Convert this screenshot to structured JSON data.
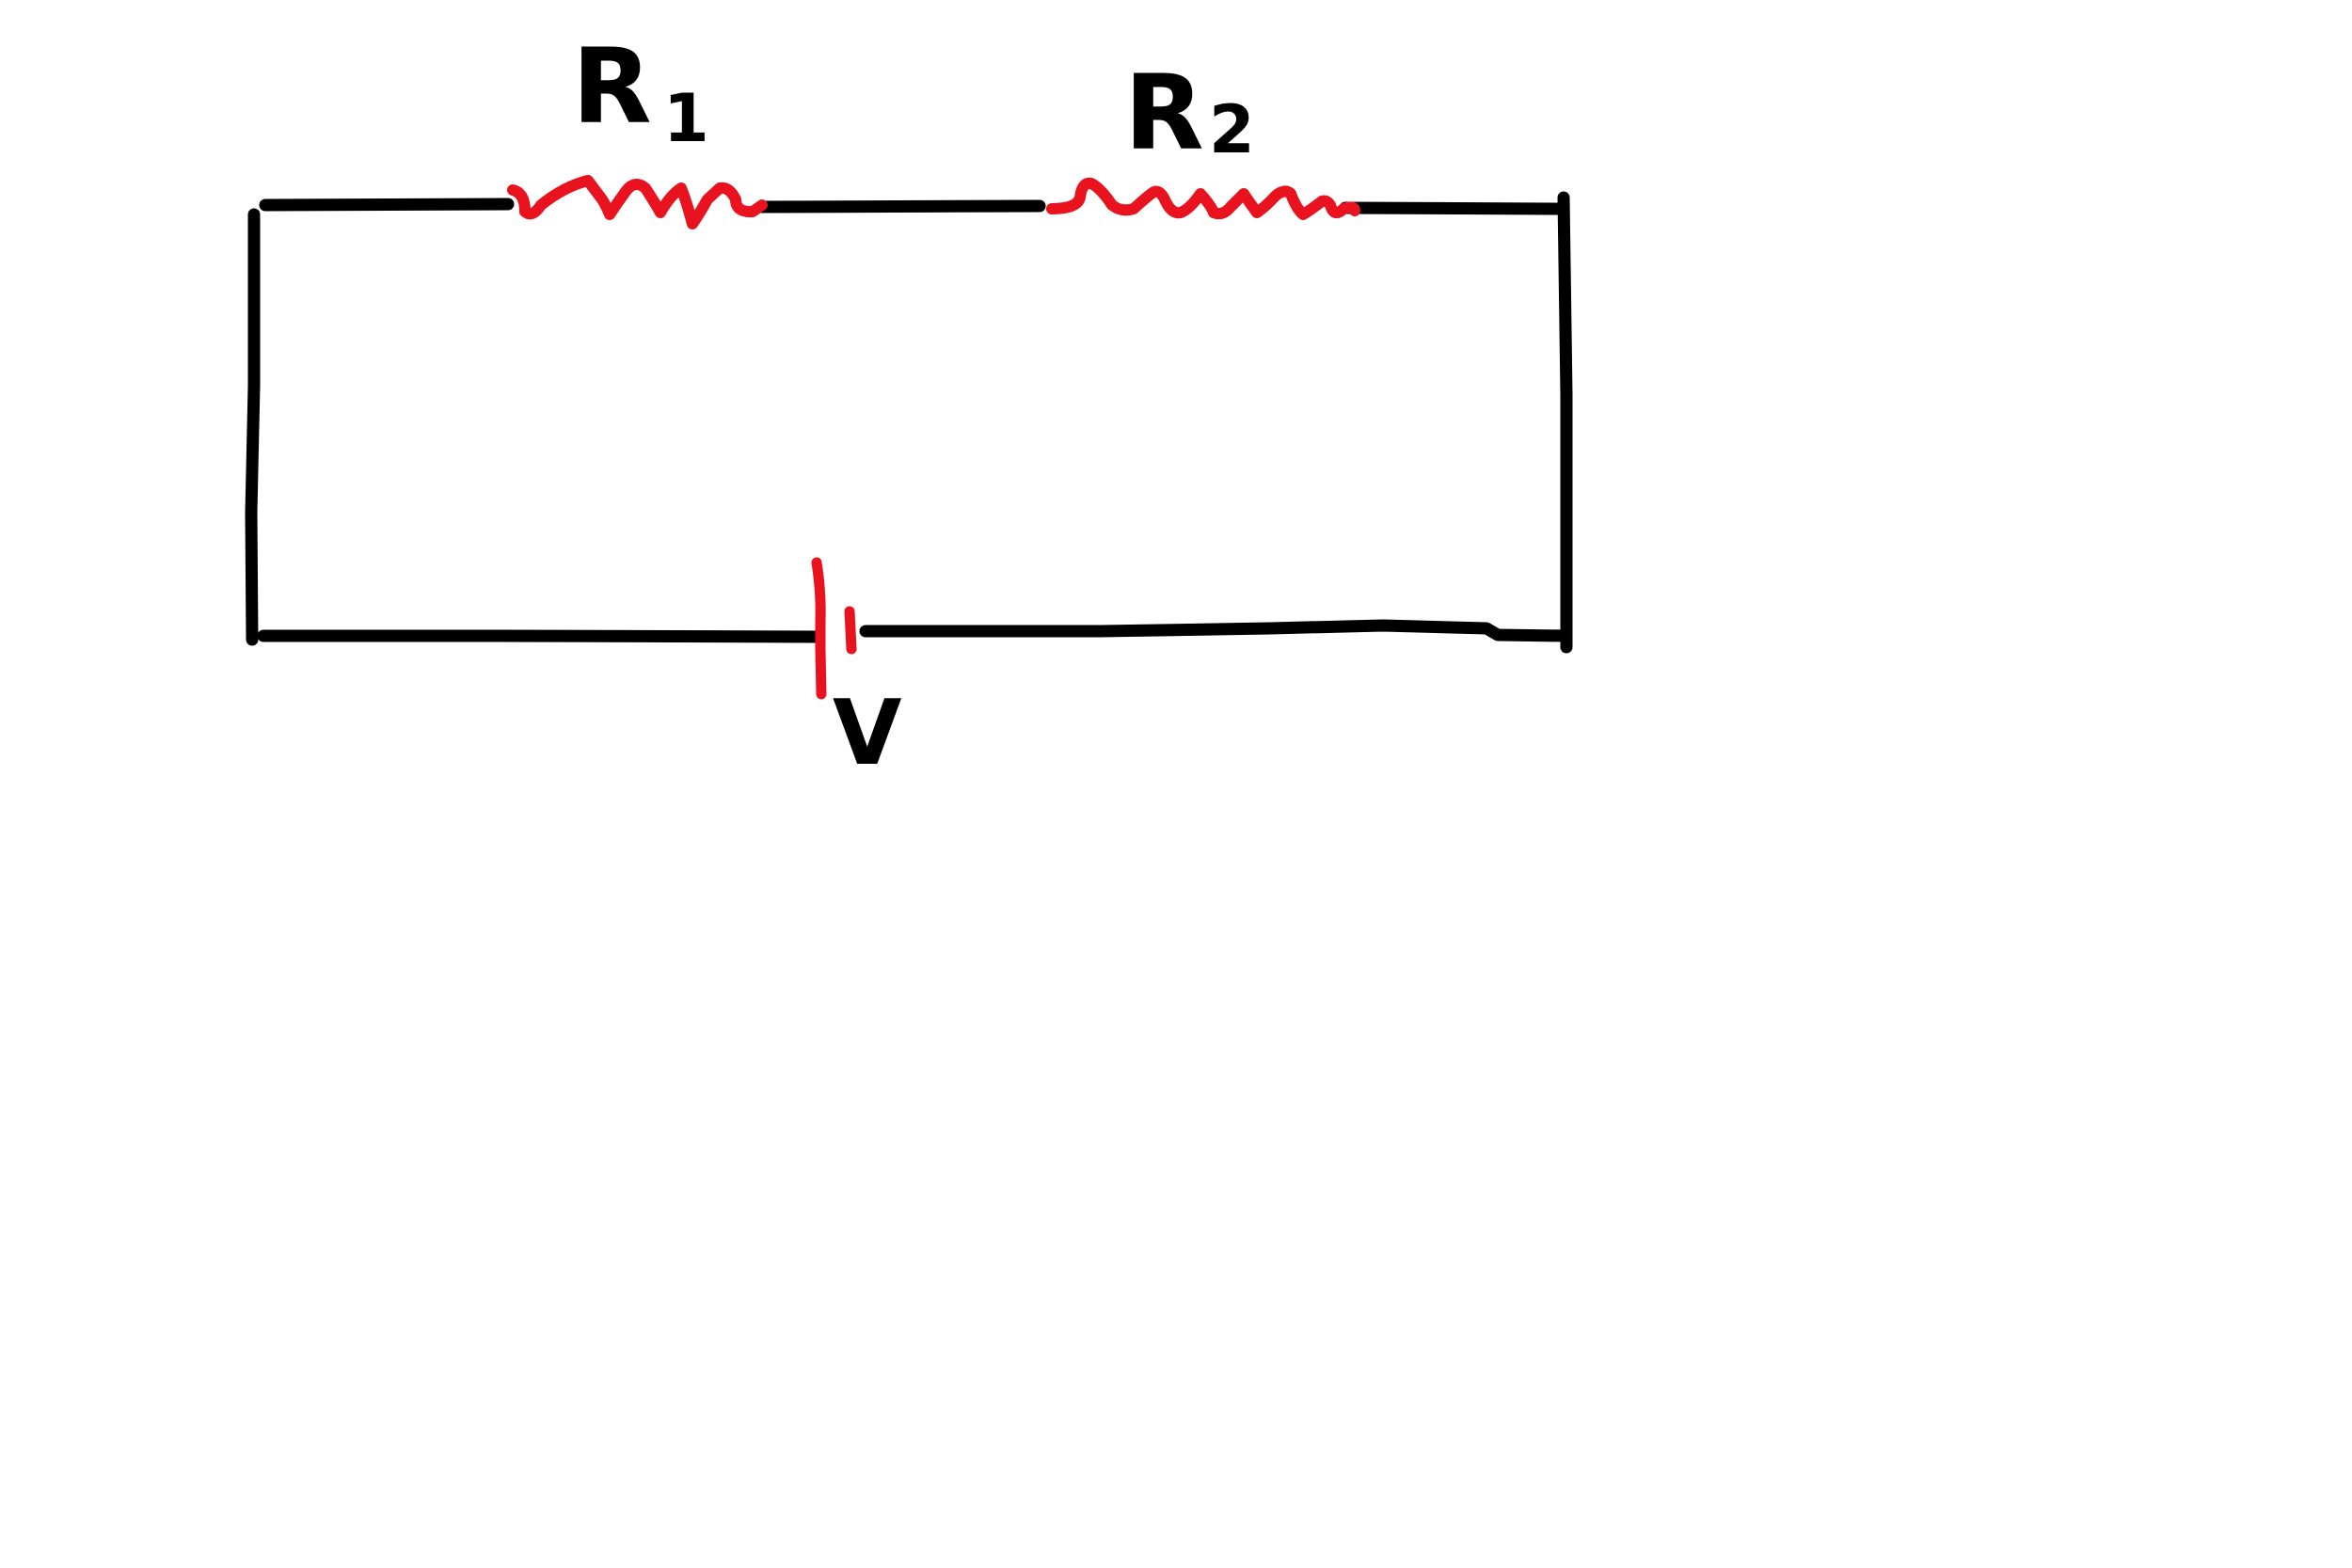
{
  "diagram": {
    "type": "series-circuit",
    "wire_color": "#000000",
    "component_color": "#e8131f",
    "components": [
      {
        "id": "R1",
        "kind": "resistor",
        "label_main": "R",
        "label_sub": "1"
      },
      {
        "id": "R2",
        "kind": "resistor",
        "label_main": "R",
        "label_sub": "2"
      },
      {
        "id": "V",
        "kind": "battery",
        "label_main": "V"
      }
    ]
  }
}
